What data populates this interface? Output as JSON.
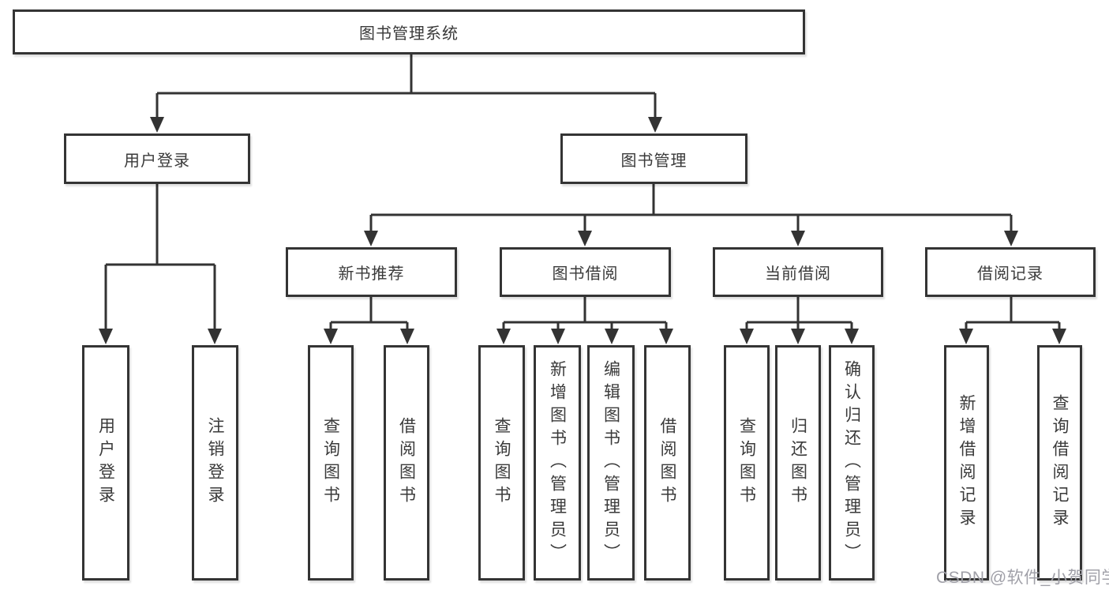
{
  "diagram": {
    "root": "图书管理系统",
    "level2": [
      "用户登录",
      "图书管理"
    ],
    "level3": [
      "新书推荐",
      "图书借阅",
      "当前借阅",
      "借阅记录"
    ],
    "leaves": [
      "用户登录",
      "注销登录",
      "查询图书",
      "借阅图书",
      "查询图书",
      "新增图书（管理员）",
      "编辑图书（管理员）",
      "借阅图书",
      "查询图书",
      "归还图书",
      "确认归还（管理员）",
      "新增借阅记录",
      "查询借阅记录"
    ]
  },
  "watermark": "CSDN @软件_小贺同学",
  "colors": {
    "line": "#333333",
    "box_border": "#343434",
    "box_fill": "#ffffff",
    "text": "#3a3a3a",
    "watermark": "#a0a0a8"
  }
}
